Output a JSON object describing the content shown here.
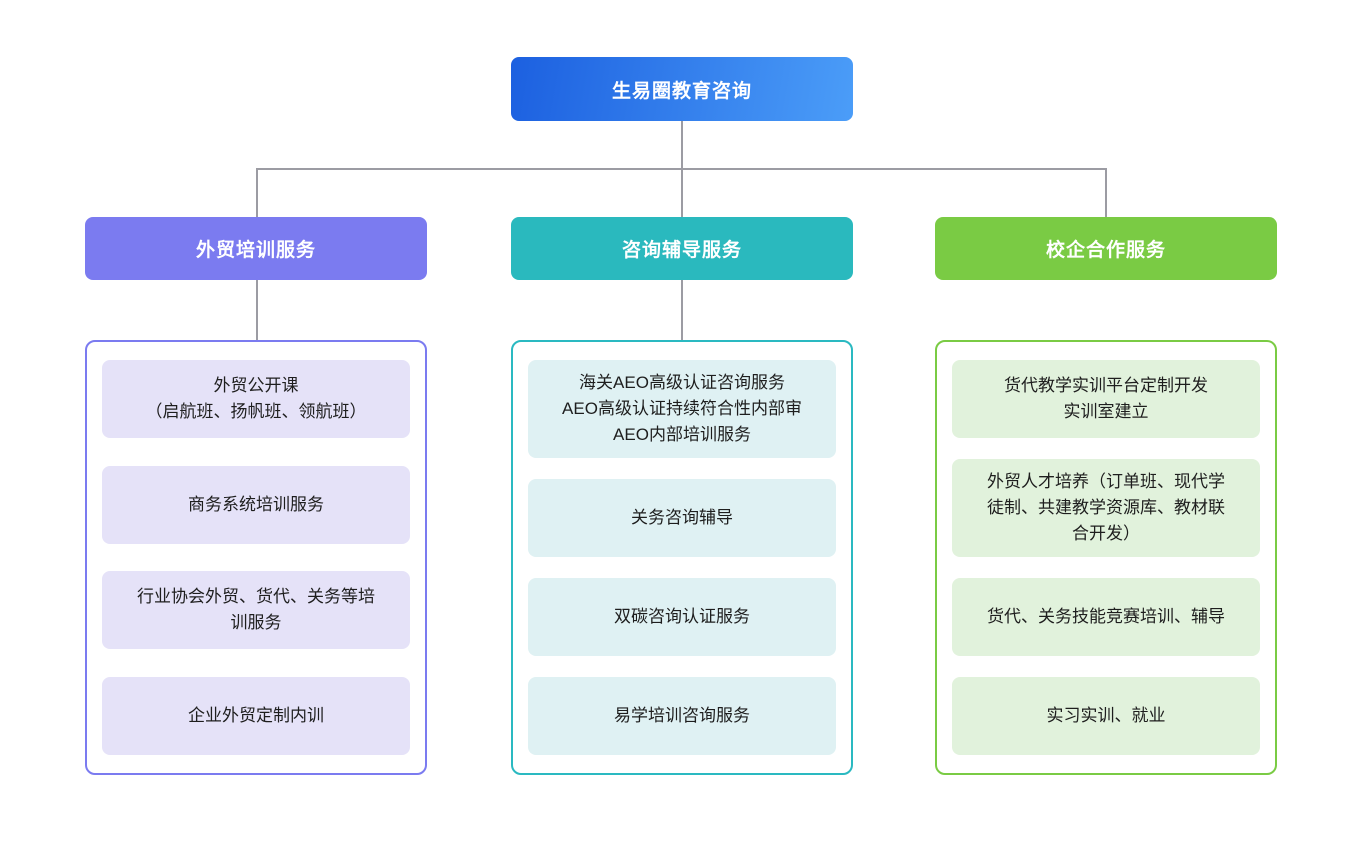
{
  "diagram": {
    "root": {
      "label": "生易圈教育咨询",
      "gradient": [
        "#1c60e0",
        "#4b9df8"
      ],
      "text_color": "#ffffff"
    },
    "connector_color": "#9c9ca3",
    "branches": [
      {
        "label": "外贸培训服务",
        "header_color": "#7b7bf0",
        "border_color": "#7b7bf0",
        "item_bg": "#e5e2f8",
        "header_to_container_connector": true,
        "items": [
          {
            "lines": [
              "外贸公开课",
              "（启航班、扬帆班、领航班）"
            ]
          },
          {
            "lines": [
              "商务系统培训服务"
            ]
          },
          {
            "lines": [
              "行业协会外贸、货代、关务等培",
              "训服务"
            ]
          },
          {
            "lines": [
              "企业外贸定制内训"
            ]
          }
        ]
      },
      {
        "label": "咨询辅导服务",
        "header_color": "#2ab9be",
        "border_color": "#2ab9c1",
        "item_bg": "#dff1f3",
        "header_to_container_connector": true,
        "items": [
          {
            "lines": [
              "海关AEO高级认证咨询服务",
              "AEO高级认证持续符合性内部审",
              "AEO内部培训服务"
            ]
          },
          {
            "lines": [
              "关务咨询辅导"
            ]
          },
          {
            "lines": [
              "双碳咨询认证服务"
            ]
          },
          {
            "lines": [
              "易学培训咨询服务"
            ]
          }
        ]
      },
      {
        "label": "校企合作服务",
        "header_color": "#7acb44",
        "border_color": "#7acb44",
        "item_bg": "#e1f2dc",
        "header_to_container_connector": false,
        "items": [
          {
            "lines": [
              "货代教学实训平台定制开发",
              "实训室建立"
            ]
          },
          {
            "lines": [
              "外贸人才培养（订单班、现代学",
              "徒制、共建教学资源库、教材联",
              "合开发）"
            ]
          },
          {
            "lines": [
              "货代、关务技能竞赛培训、辅导"
            ]
          },
          {
            "lines": [
              "实习实训、就业"
            ]
          }
        ]
      }
    ]
  }
}
